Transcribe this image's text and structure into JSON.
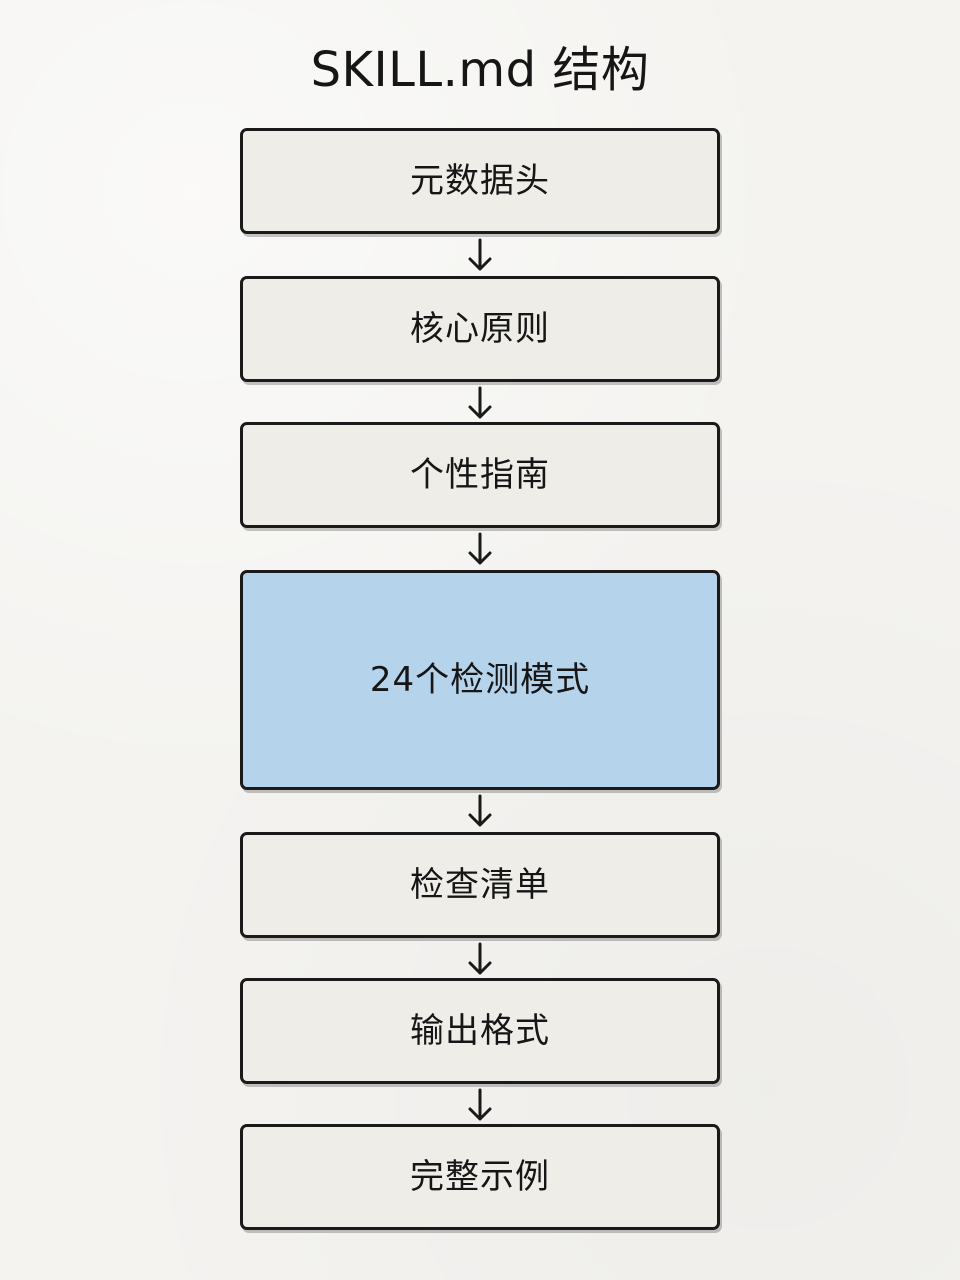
{
  "title": "SKILL.md 结构",
  "steps": [
    {
      "label": "元数据头",
      "highlighted": false
    },
    {
      "label": "核心原则",
      "highlighted": false
    },
    {
      "label": "个性指南",
      "highlighted": false
    },
    {
      "label": "24个检测模式",
      "highlighted": true
    },
    {
      "label": "检查清单",
      "highlighted": false
    },
    {
      "label": "输出格式",
      "highlighted": false
    },
    {
      "label": "完整示例",
      "highlighted": false
    }
  ],
  "colors": {
    "box_fill": "#efede8",
    "highlight_fill": "#b6d3ec",
    "stroke": "#1a1a1a",
    "background": "#f4f3f0"
  }
}
